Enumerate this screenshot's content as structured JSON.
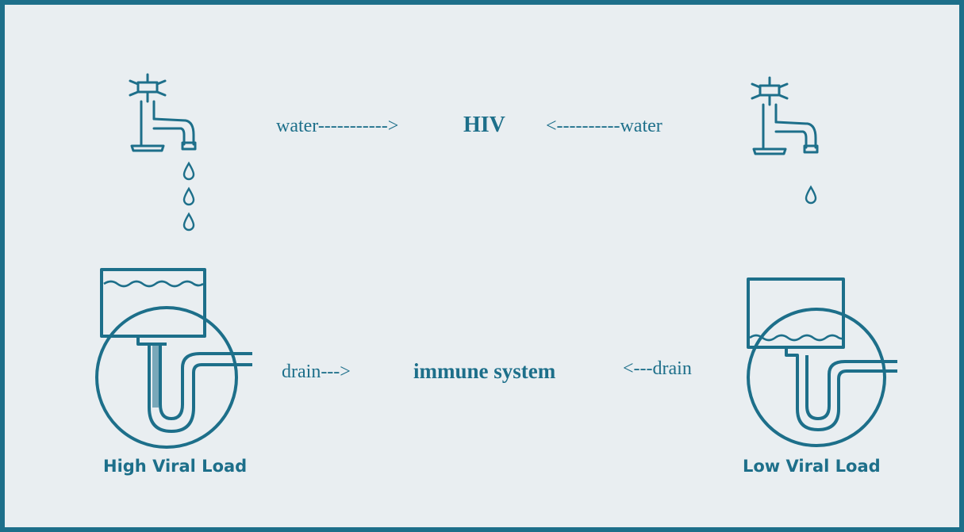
{
  "diagram": {
    "top_row": {
      "left_label": "water----------->",
      "center_label": "HIV",
      "right_label": "<----------water"
    },
    "bottom_row": {
      "left_label": "drain--->",
      "center_label": "immune system",
      "right_label": "<---drain"
    },
    "captions": {
      "left": "High Viral Load",
      "right": "Low Viral Load"
    }
  },
  "colors": {
    "frame": "#1d6f8a",
    "background": "#e9eef1",
    "ink": "#1d6f8a"
  }
}
